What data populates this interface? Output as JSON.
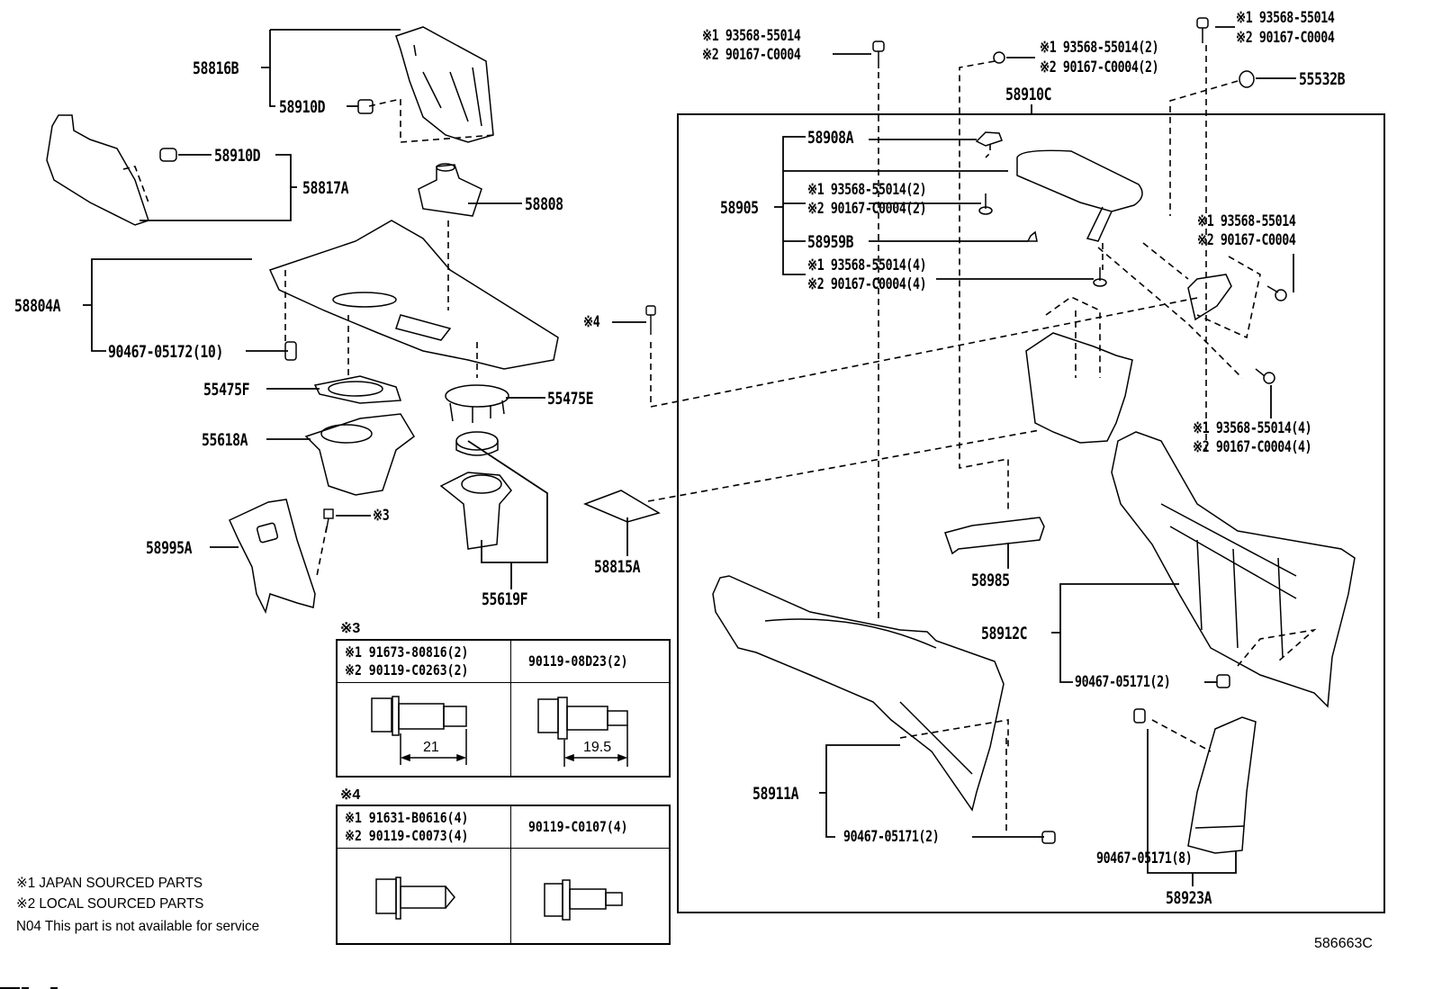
{
  "diagram_code": "586663C",
  "callouts": {
    "p58816B": "58816B",
    "p58910D_a": "58910D",
    "p58910D_b": "58910D",
    "p58817A": "58817A",
    "p58808": "58808",
    "p58804A": "58804A",
    "p90467_05172": "90467-05172(10)",
    "p55475F": "55475F",
    "p55475E": "55475E",
    "p55618A": "55618A",
    "p58995A": "58995A",
    "ref3": "※3",
    "ref4": "※4",
    "p55619F": "55619F",
    "p58815A": "58815A",
    "p58910C": "58910C",
    "p58905": "58905",
    "p58908A": "58908A",
    "p58959B": "58959B",
    "p58985": "58985",
    "p58912C": "58912C",
    "p58911A": "58911A",
    "p58923A": "58923A",
    "p55532B": "55532B",
    "p90467_05171_2a": "90467-05171(2)",
    "p90467_05171_2b": "90467-05171(2)",
    "p90467_05171_8": "90467-05171(8)"
  },
  "bolt_groups": {
    "top_left": {
      "line1": "※1 93568-55014",
      "line2": "※2 90167-C0004"
    },
    "top_mid": {
      "line1": "※1 93568-55014(2)",
      "line2": "※2 90167-C0004(2)"
    },
    "top_right": {
      "line1": "※1 93568-55014",
      "line2": "※2 90167-C0004"
    },
    "sub2": {
      "line1": "※1 93568-55014(2)",
      "line2": "※2 90167-C0004(2)"
    },
    "sub4": {
      "line1": "※1 93568-55014(4)",
      "line2": "※2 90167-C0004(4)"
    },
    "right_mid": {
      "line1": "※1 93568-55014",
      "line2": "※2 90167-C0004"
    },
    "right_low": {
      "line1": "※1 93568-55014(4)",
      "line2": "※2 90167-C0004(4)"
    }
  },
  "table3": {
    "title": "※3",
    "left_line1": "※1 91673-80816(2)",
    "left_line2": "※2 90119-C0263(2)",
    "right": "90119-08D23(2)",
    "dim_left": "21",
    "dim_right": "19.5"
  },
  "table4": {
    "title": "※4",
    "left_line1": "※1 91631-B0616(4)",
    "left_line2": "※2 90119-C0073(4)",
    "right": "90119-C0107(4)"
  },
  "legend": {
    "note1": "※1 JAPAN SOURCED PARTS",
    "note2": "※2 LOCAL SOURCED PARTS",
    "note3": "N04  This part is not available for service"
  }
}
